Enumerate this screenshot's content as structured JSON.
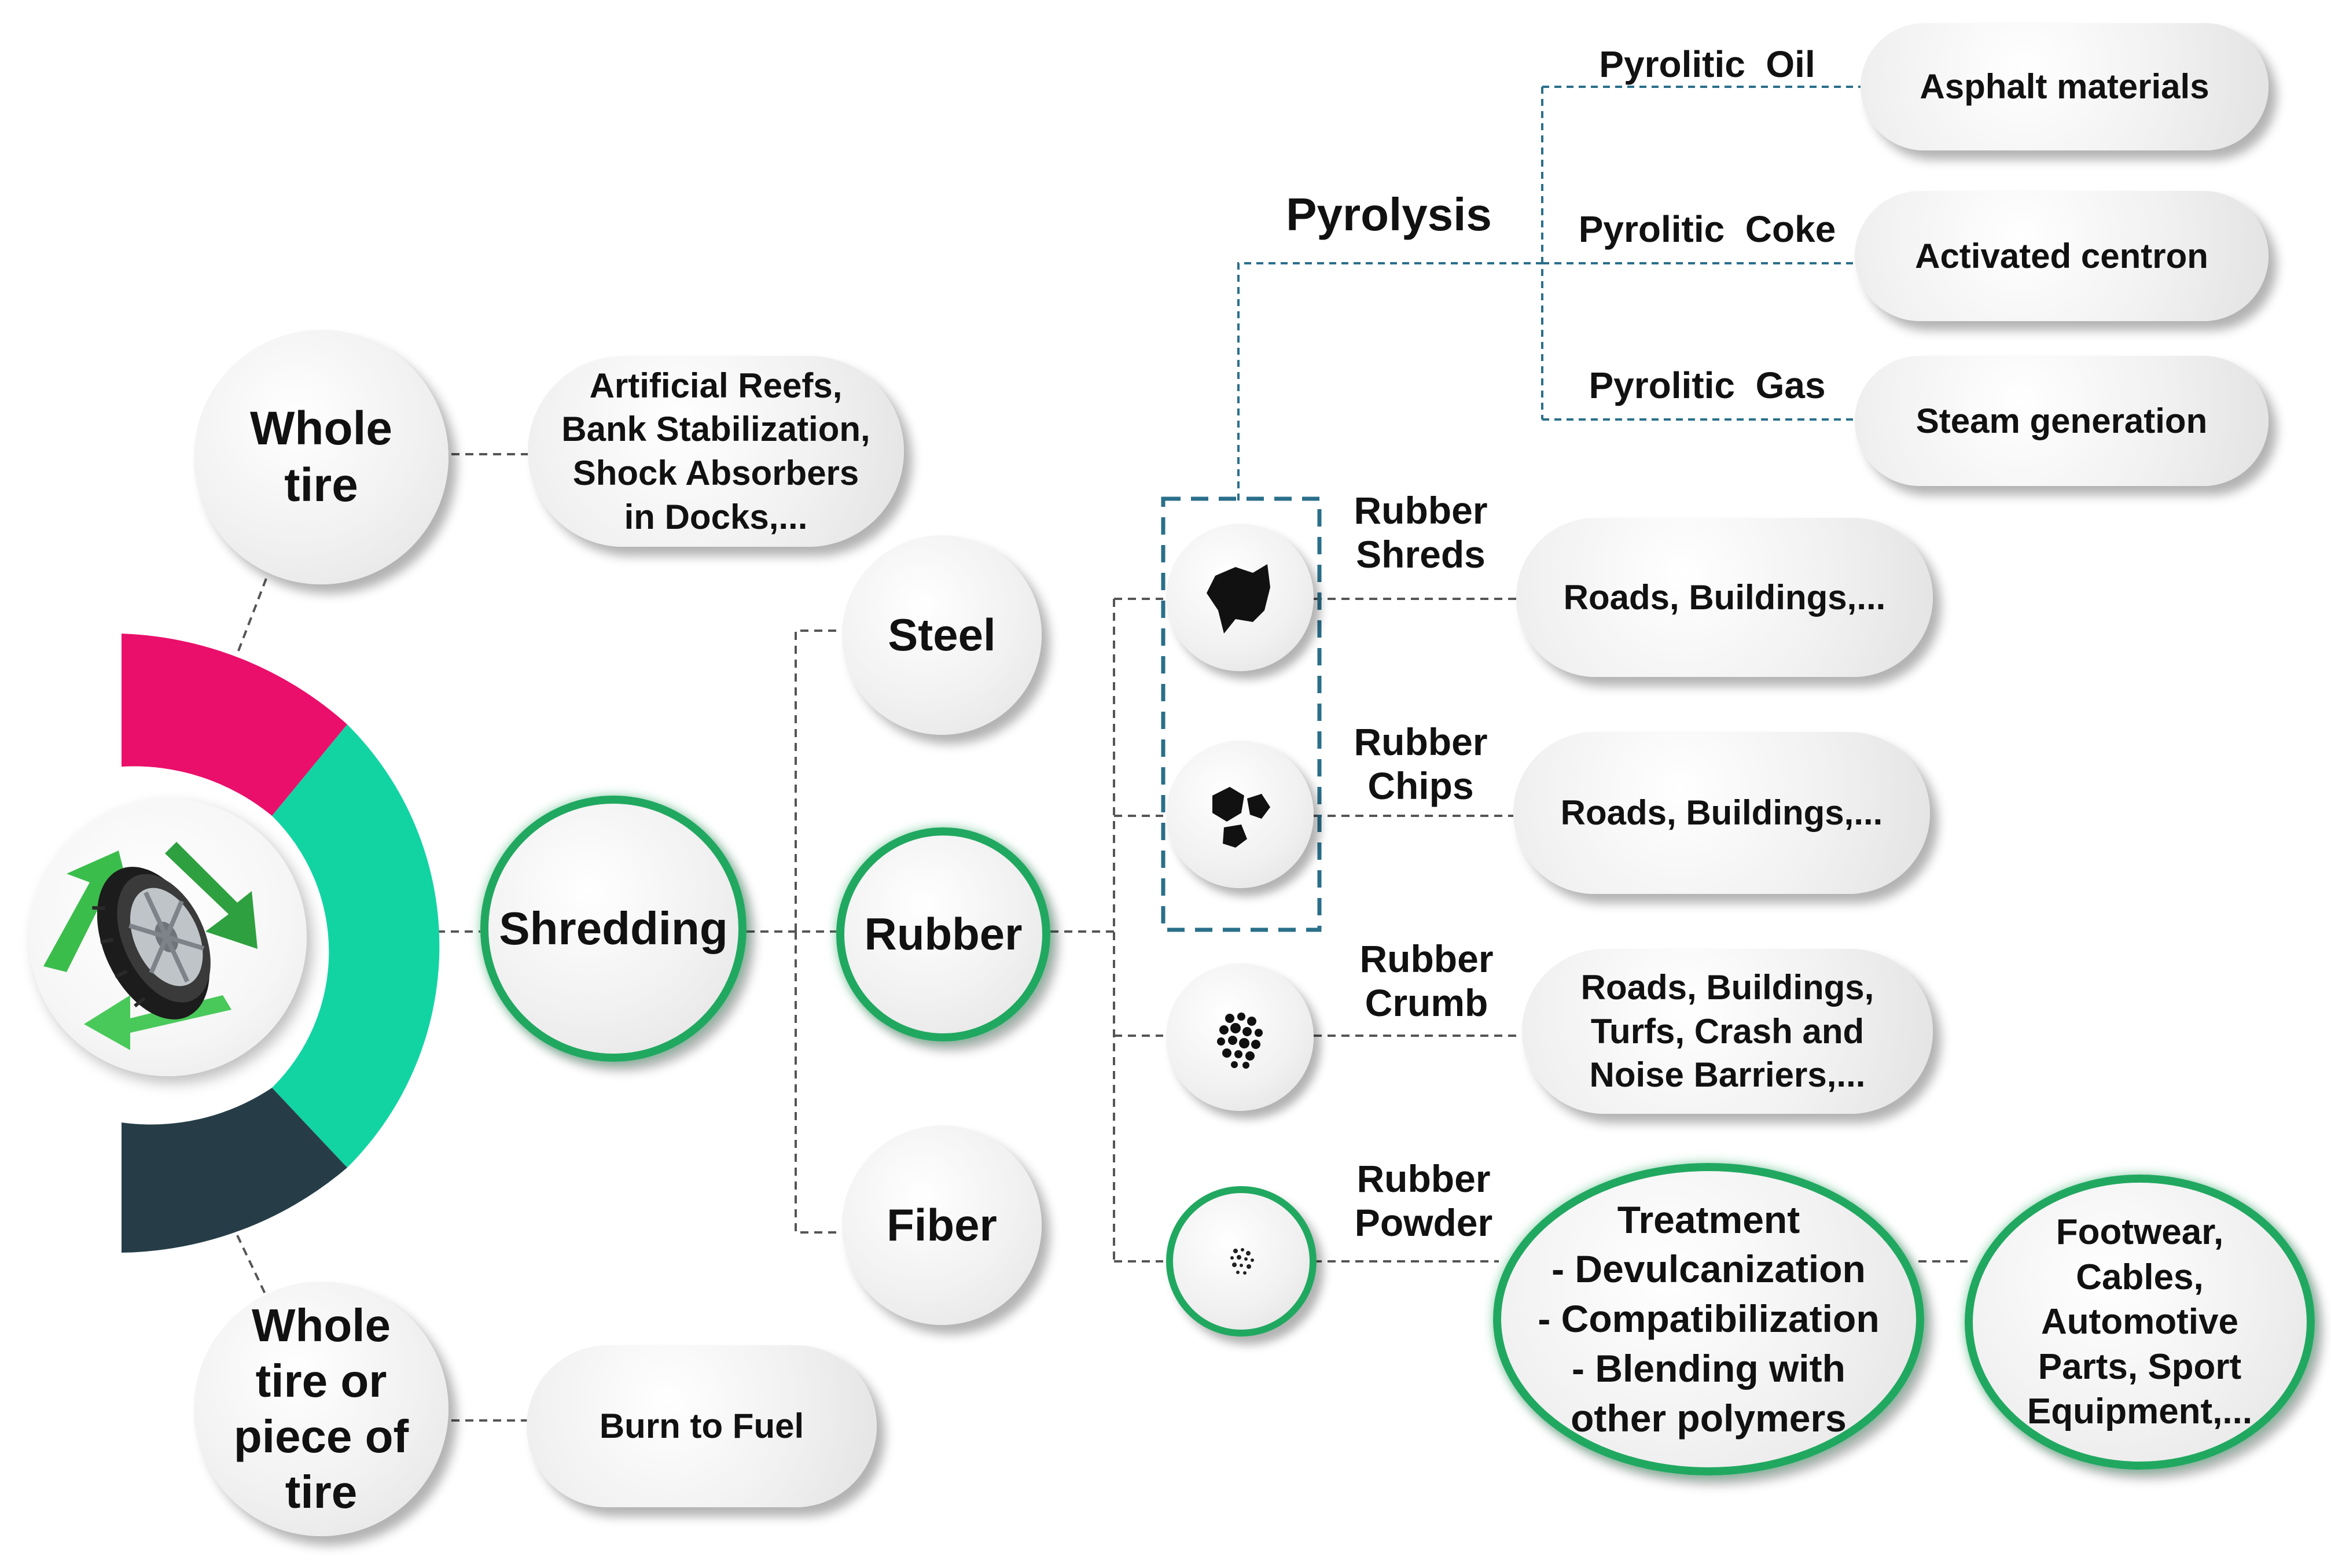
{
  "nodes": {
    "whole_tire": "Whole\ntire",
    "whole_tire_uses": "Artificial Reefs,\nBank Stabilization,\nShock Absorbers\nin Docks,...",
    "shredding": "Shredding",
    "steel": "Steel",
    "rubber": "Rubber",
    "fiber": "Fiber",
    "whole_or_piece": "Whole\ntire or\npiece of\ntire",
    "burn_to_fuel": "Burn to Fuel"
  },
  "pyrolysis": {
    "title": "Pyrolysis",
    "oil_label": "Pyrolitic  Oil",
    "coke_label": "Pyrolitic  Coke",
    "gas_label": "Pyrolitic  Gas",
    "oil_use": "Asphalt materials",
    "coke_use": "Activated centron",
    "gas_use": "Steam generation"
  },
  "rubber_products": {
    "shreds_label": "Rubber\nShreds",
    "chips_label": "Rubber\nChips",
    "crumb_label": "Rubber\nCrumb",
    "powder_label": "Rubber\nPowder",
    "shreds_use": "Roads, Buildings,...",
    "chips_use": "Roads, Buildings,...",
    "crumb_use": "Roads, Buildings,\nTurfs, Crash and\nNoise Barriers,...",
    "treatment": "Treatment\n- Devulcanization\n- Compatibilization\n- Blending  with\nother polymers",
    "powder_use": "Footwear,\nCables,\nAutomotive\nParts, Sport\nEquipment,..."
  },
  "colors": {
    "pink": "#ea0f6b",
    "teal": "#12d4a3",
    "dark": "#263d48",
    "green_ring": "#21a860",
    "recycle": "#3bbd4c",
    "dashed_box": "#2a6f8a"
  },
  "icons": [
    "recycle-tire-icon",
    "rubber-shreds-icon",
    "rubber-chips-icon",
    "rubber-crumb-icon",
    "rubber-powder-icon"
  ]
}
